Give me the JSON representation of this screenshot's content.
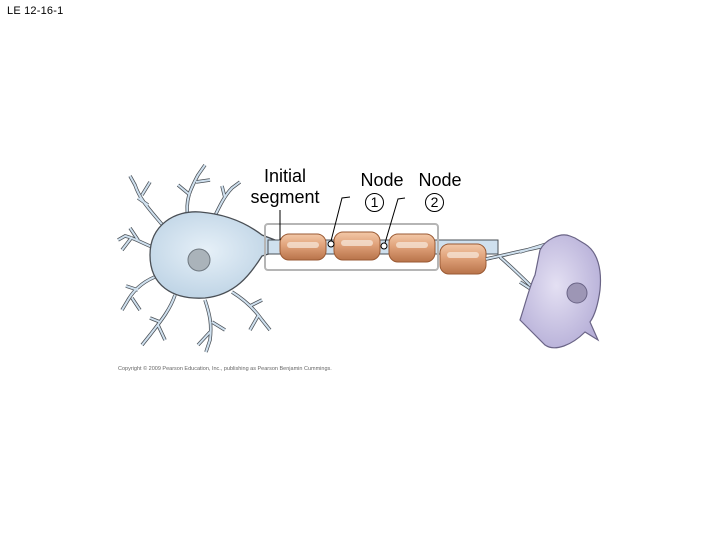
{
  "slide_id": "LE 12-16-1",
  "labels": {
    "initial_segment": [
      "Initial",
      "segment"
    ],
    "node_1": {
      "word": "Node",
      "number": "1"
    },
    "node_2": {
      "word": "Node",
      "number": "2"
    }
  },
  "copyright": "Copyright © 2009 Pearson Education, Inc., publishing as Pearson Benjamin Cummings.",
  "colors": {
    "soma": "#cfe0ee",
    "soma_outline": "#4a4f55",
    "nucleus": "#aab3ba",
    "myelin": "#e0a27a",
    "myelin_dark": "#c07a50",
    "target_neuron": "#cbc6e4",
    "target_nucleus": "#9d96b5",
    "highlight_box": "#b5b5b5"
  }
}
